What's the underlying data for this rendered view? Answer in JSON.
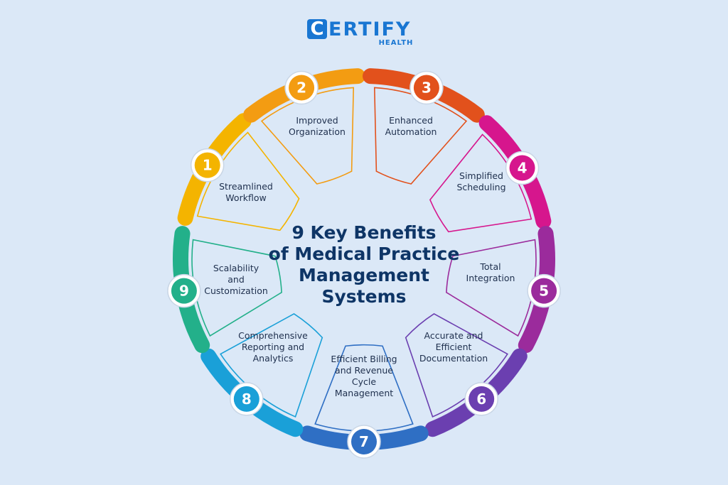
{
  "brand": {
    "name_rest": "ERTIFY",
    "sub": "HEALTH",
    "color": "#1976d2"
  },
  "title": {
    "lines": [
      "9 Key Benefits",
      "of Medical Practice",
      "Management",
      "Systems"
    ],
    "color": "#0e3566"
  },
  "segments": [
    {
      "number": "1",
      "label": [
        "Streamlined",
        "Workflow"
      ],
      "color": "#f4b400",
      "icon": "number-badge"
    },
    {
      "number": "2",
      "label": [
        "Improved",
        "Organization"
      ],
      "color": "#f39c12",
      "icon": "number-badge"
    },
    {
      "number": "3",
      "label": [
        "Enhanced",
        "Automation"
      ],
      "color": "#e2511c",
      "icon": "number-badge"
    },
    {
      "number": "4",
      "label": [
        "Simplified",
        "Scheduling"
      ],
      "color": "#d6168d",
      "icon": "number-badge"
    },
    {
      "number": "5",
      "label": [
        "Total",
        "Integration"
      ],
      "color": "#9b2b9c",
      "icon": "number-badge"
    },
    {
      "number": "6",
      "label": [
        "Accurate and",
        "Efficient",
        "Documentation"
      ],
      "color": "#6b3fb0",
      "icon": "number-badge"
    },
    {
      "number": "7",
      "label": [
        "Efficient Billing",
        "and Revenue",
        "Cycle",
        "Management"
      ],
      "color": "#2f6fc4",
      "icon": "number-badge"
    },
    {
      "number": "8",
      "label": [
        "Comprehensive",
        "Reporting and",
        "Analytics"
      ],
      "color": "#1aa0d8",
      "icon": "number-badge"
    },
    {
      "number": "9",
      "label": [
        "Scalability",
        "and",
        "Customization"
      ],
      "color": "#23b08a",
      "icon": "number-badge"
    }
  ]
}
